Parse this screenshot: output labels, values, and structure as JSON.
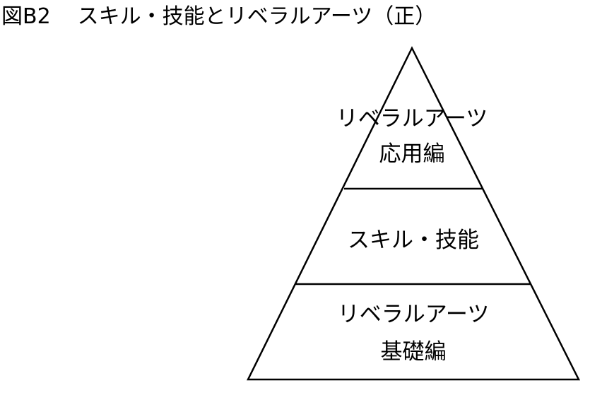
{
  "figure": {
    "number": "図B2",
    "title": "スキル・技能とリベラルアーツ（正）"
  },
  "pyramid": {
    "levels": [
      {
        "line1": "リベラルアーツ",
        "line2": "応用編"
      },
      {
        "line1": "スキル・技能"
      },
      {
        "line1": "リベラルアーツ",
        "line2": "基礎編"
      }
    ]
  },
  "colors": {
    "stroke": "#000000",
    "background": "#ffffff"
  }
}
